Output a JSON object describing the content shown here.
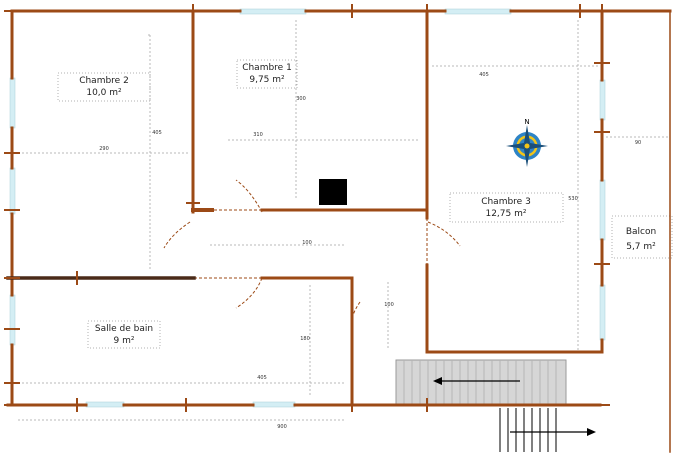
{
  "rooms": {
    "chambre2": {
      "name": "Chambre 2",
      "area": "10,0 m²"
    },
    "chambre1": {
      "name": "Chambre 1",
      "area": "9,75 m²"
    },
    "chambre3": {
      "name": "Chambre 3",
      "area": "12,75 m²"
    },
    "salle_de_bain": {
      "name": "Salle de bain",
      "area": "9 m²"
    },
    "balcon": {
      "name": "Balcon",
      "area": "5,7 m²"
    }
  },
  "dimensions": {
    "top_left_width": "290",
    "top_left_height": "405",
    "ch1_width": "310",
    "ch1_height": "300",
    "ch3_width": "405",
    "ch3_height": "530",
    "corridor_width": "100",
    "corridor_height": "100",
    "bath_width": "405",
    "bath_height": "180",
    "total_width": "900",
    "balcony_width": "90"
  },
  "compass": {
    "north_label": "N"
  },
  "colors": {
    "wall": "#9c4a16",
    "window": "#d4eef4",
    "stair_fill": "#d6d6d6",
    "dim_line": "#b0b0b0",
    "compass_outer": "#2e84c6",
    "compass_ring": "#f2c418"
  }
}
